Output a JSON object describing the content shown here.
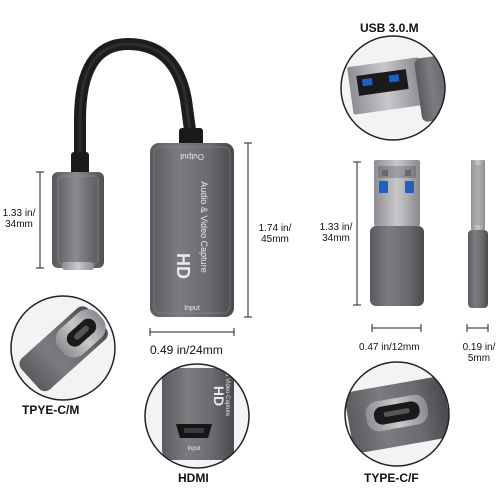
{
  "labels": {
    "usb_male": "USB 3.0.M",
    "typec_male": "TPYE-C/M",
    "hdmi": "HDMI",
    "typec_female": "TYPE-C/F"
  },
  "dimensions": {
    "typec_height": "1.33 in/\n34mm",
    "device_length": "1.74 in/\n45mm",
    "device_width": "0.49 in/24mm",
    "usb_height": "1.33 in/\n34mm",
    "usb_width": "0.47 in/12mm",
    "usb_thickness": "0.19 in/\n5mm"
  },
  "device": {
    "output_text": "Output",
    "title_text": "Audio & Video Capture",
    "hd_text": "HD",
    "input_text": "Input"
  },
  "hdmi_thumb": {
    "hd_text": "HD",
    "caption": "Audio & Video Capture",
    "port_text": "Input"
  },
  "colors": {
    "body": "#6d6d72",
    "body_dark": "#4c4c50",
    "cable": "#1c1c1c",
    "usb_blue": "#1f5fbf",
    "dim_line": "#222222"
  }
}
